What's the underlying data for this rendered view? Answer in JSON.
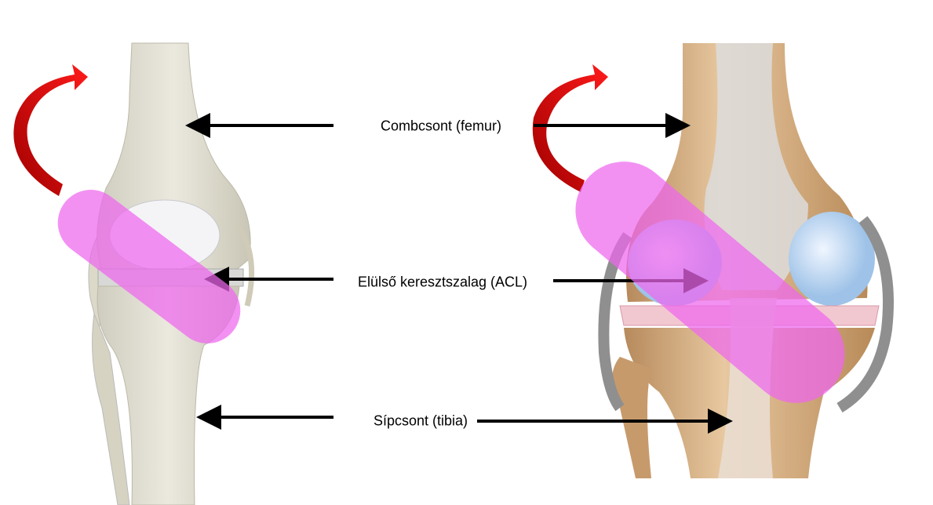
{
  "labels": {
    "femur": "Combcsont (femur)",
    "acl": "Elülső keresztszalag (ACL)",
    "tibia": "Sípcsont (tibia)"
  },
  "colors": {
    "rotation_arrow": "#e00000",
    "acl_highlight": "#ee66ee",
    "pointer": "#000000"
  }
}
